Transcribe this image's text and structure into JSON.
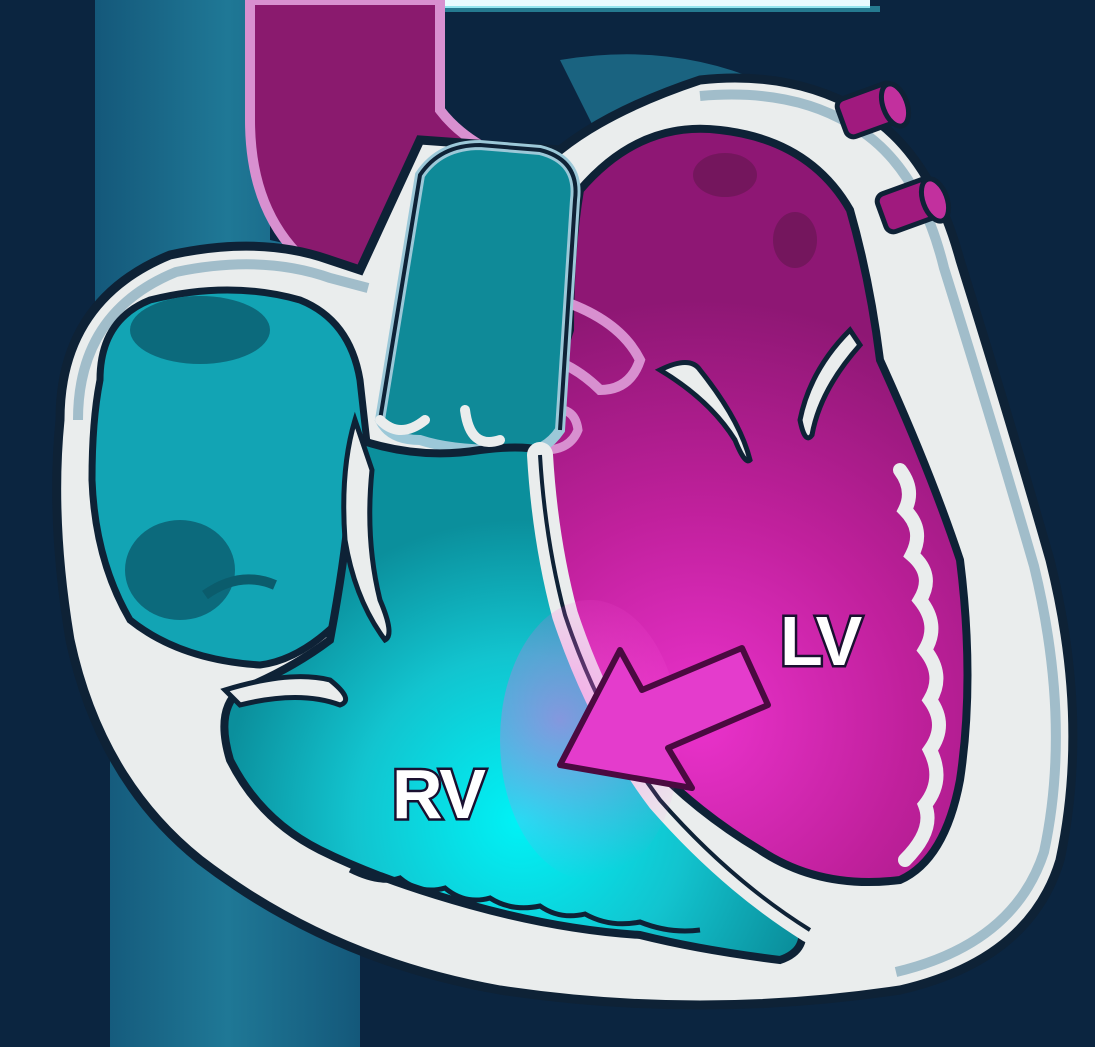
{
  "diagram": {
    "labels": {
      "right_ventricle": "RV",
      "left_ventricle": "LV"
    },
    "colors": {
      "background": "#0b2540",
      "vena_cava": "#1a6a86",
      "right_side": "#18c8d4",
      "right_side_glow": "#00f0f4",
      "left_side": "#a81a86",
      "left_side_glow": "#e830c8",
      "wall": "#eceeee",
      "outline": "#0e2236",
      "arrow": "#e43ccc"
    },
    "arrow": {
      "from": "left-ventricle",
      "to": "right-ventricle"
    }
  }
}
